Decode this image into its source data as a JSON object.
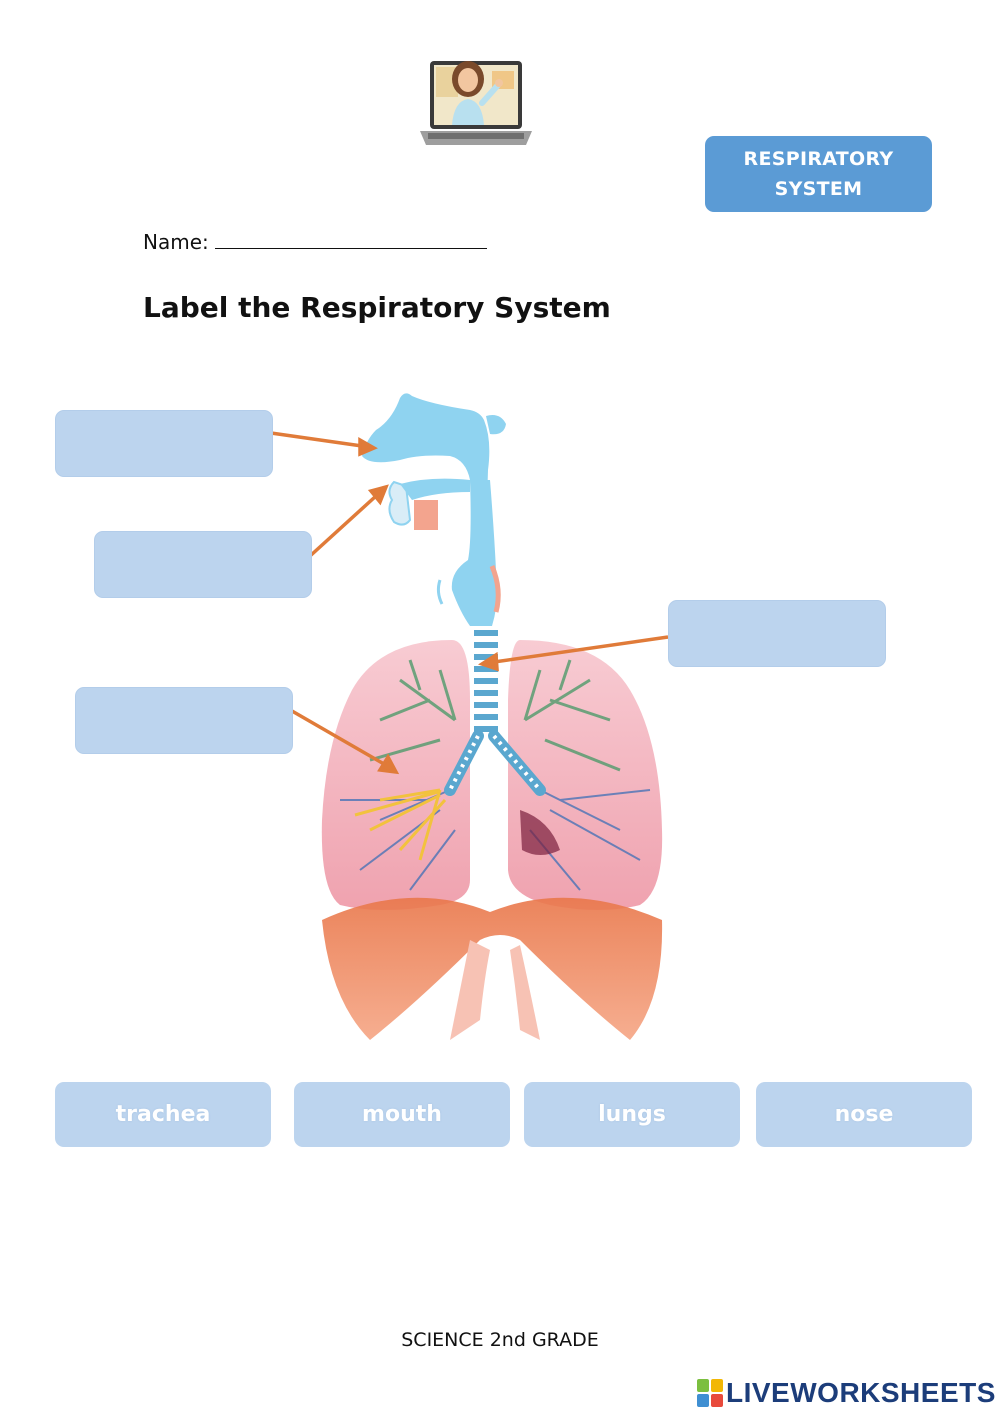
{
  "header": {
    "topic_line1": "RESPIRATORY",
    "topic_line2": "SYSTEM",
    "name_label": "Name:",
    "title": "Label the Respiratory System"
  },
  "word_bank": [
    "trachea",
    "mouth",
    "lungs",
    "nose"
  ],
  "footer": {
    "text": "SCIENCE 2nd GRADE",
    "brand": "LIVEWORKSHEETS"
  },
  "colors": {
    "badge": "#5b9bd5",
    "dropzone": "#bcd4ee",
    "arrow": "#e07b39",
    "airway": "#8fd3f0",
    "lung": "#f2a9b5",
    "diaphragm": "#ef8a5e",
    "brand": "#1c3d7a"
  },
  "icons": {
    "avatar": "teacher-laptop-icon",
    "brand_mark": "liveworksheets-logo-icon"
  }
}
